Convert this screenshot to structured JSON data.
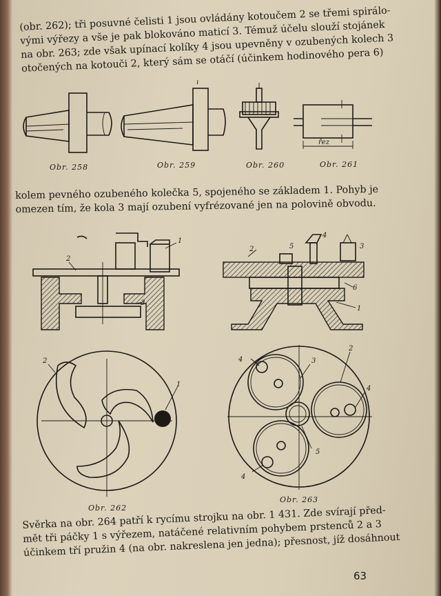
{
  "text": {
    "para1": [
      "(obr. 262); tři posuvné čelisti 1 jsou ovládány kotoučem 2 se třemi spirálo-",
      "vými výřezy a vše je pak blokováno maticí 3. Témuž účelu slouží stojánek",
      "na obr. 263; zde však upínací kolíky 4 jsou upevněny v ozubených kolech 3",
      "otočených na kotouči 2, který sám se otáčí (účinkem hodinového pera 6)"
    ],
    "para2": [
      "kolem pevného ozubeného kolečka 5, spojeného se základem 1. Pohyb je",
      "omezen tím, že kola 3 mají ozubení vyfrézované jen na polovině obvodu."
    ],
    "para3": [
      "Svěrka na obr. 264 patří k rycímu strojku na obr. 1 431. Zde svírají před-",
      "mět tři páčky 1 s výřezem, natáčené relativním pohybem prstenců 2 a 3",
      "účinkem tří pružin 4 (na obr. nakreslena jen jedna); přesnost, jíž dosáhnout"
    ]
  },
  "captions": {
    "fig258": "Obr. 258",
    "fig259": "Obr. 259",
    "fig260": "Obr. 260",
    "fig261": "Obr. 261",
    "fig262": "Obr. 262",
    "fig263": "Obr. 263"
  },
  "labels": {
    "rez": "řez",
    "one": "1",
    "two": "2",
    "three": "3",
    "four": "4",
    "five": "5",
    "six": "6"
  },
  "page_number": "63"
}
